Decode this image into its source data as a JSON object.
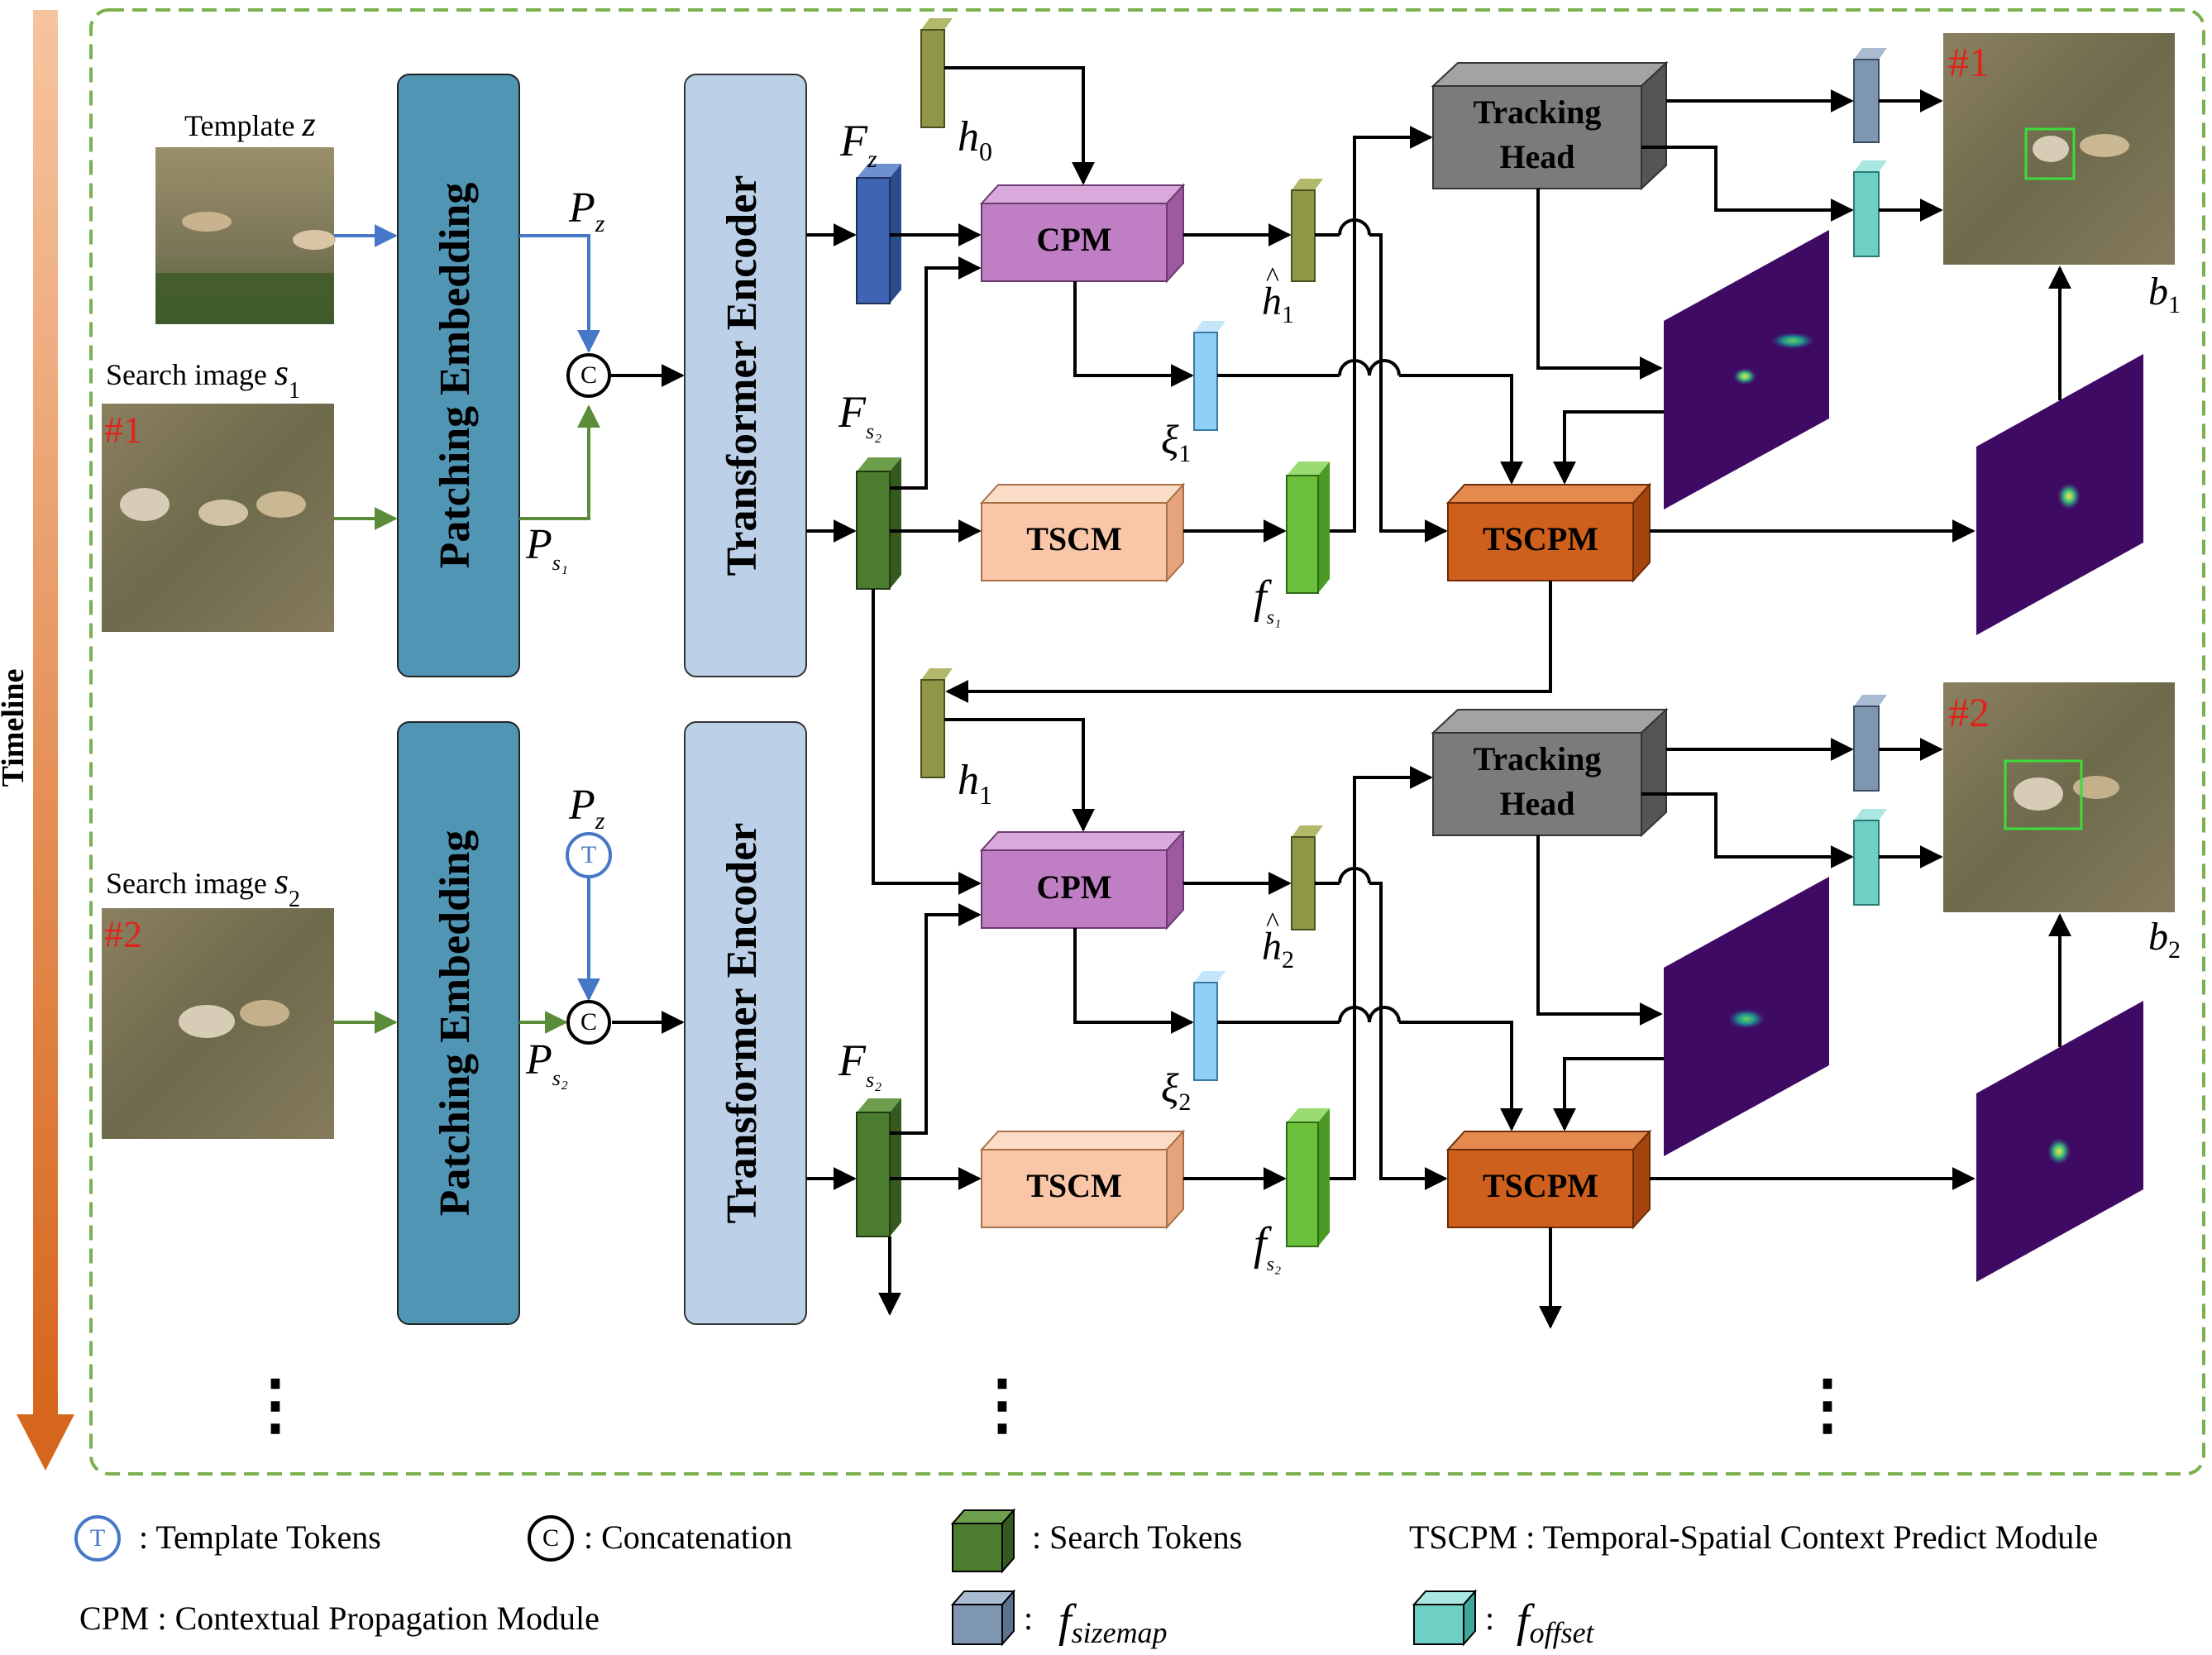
{
  "timeline_label": "Timeline",
  "inputs": {
    "template_label": "Template",
    "template_sym": "z",
    "search1_label": "Search image",
    "search1_sym": "s",
    "search1_sub": "1",
    "search2_label": "Search image",
    "search2_sym": "s",
    "search2_sub": "2",
    "frame1_tag": "#1",
    "frame2_tag": "#2"
  },
  "blocks": {
    "patching": "Patching Embedding",
    "transformer": "Transformer Encoder",
    "cpm": "CPM",
    "tscm": "TSCM",
    "tscpm": "TSCPM",
    "tracking_line1": "Tracking",
    "tracking_line2": "Head"
  },
  "symbols": {
    "P": "P",
    "F": "F",
    "f": "f",
    "h": "h",
    "xi": "ξ",
    "b": "b",
    "z": "z",
    "s1": "s₁",
    "s2": "s₂",
    "n0": "0",
    "n1": "1",
    "n2": "2",
    "concat_glyph": "C",
    "template_glyph": "T",
    "ellipsis": "⋮"
  },
  "legend": {
    "template_tokens": ": Template Tokens",
    "concatenation": ": Concatenation",
    "search_tokens": ": Search Tokens",
    "tscpm_def": "TSCPM : Temporal-Spatial Context Predict Module",
    "cpm_def": "CPM : Contextual Propagation Module",
    "colon": ":",
    "sizemap_f": "f",
    "sizemap_sub": "sizemap",
    "offset_f": "f",
    "offset_sub": "offset"
  },
  "colors": {
    "patching": "#5195b5",
    "transformer": "#bcd0e8",
    "cpm": "#c07ec4",
    "tscm": "#f9c6a7",
    "tscpm": "#cf5f1c",
    "tracking": "#7b7b7b",
    "search_token": "#4c7d2f",
    "fz_token": "#3f64b3",
    "h_token": "#8f9645",
    "xi_token": "#8fd0f6",
    "f_token": "#6cc13c",
    "sizemap": "#7f96b0",
    "offset": "#6fcfc5",
    "heatmap_bg": "#3f0a64",
    "dashed_frame": "#7bb14d",
    "timeline_top": "#f7c4a0",
    "timeline_bottom": "#d6661d",
    "arrow_blue": "#4777c7",
    "arrow_green": "#5a8c3a",
    "tag_red": "#e2231a"
  }
}
